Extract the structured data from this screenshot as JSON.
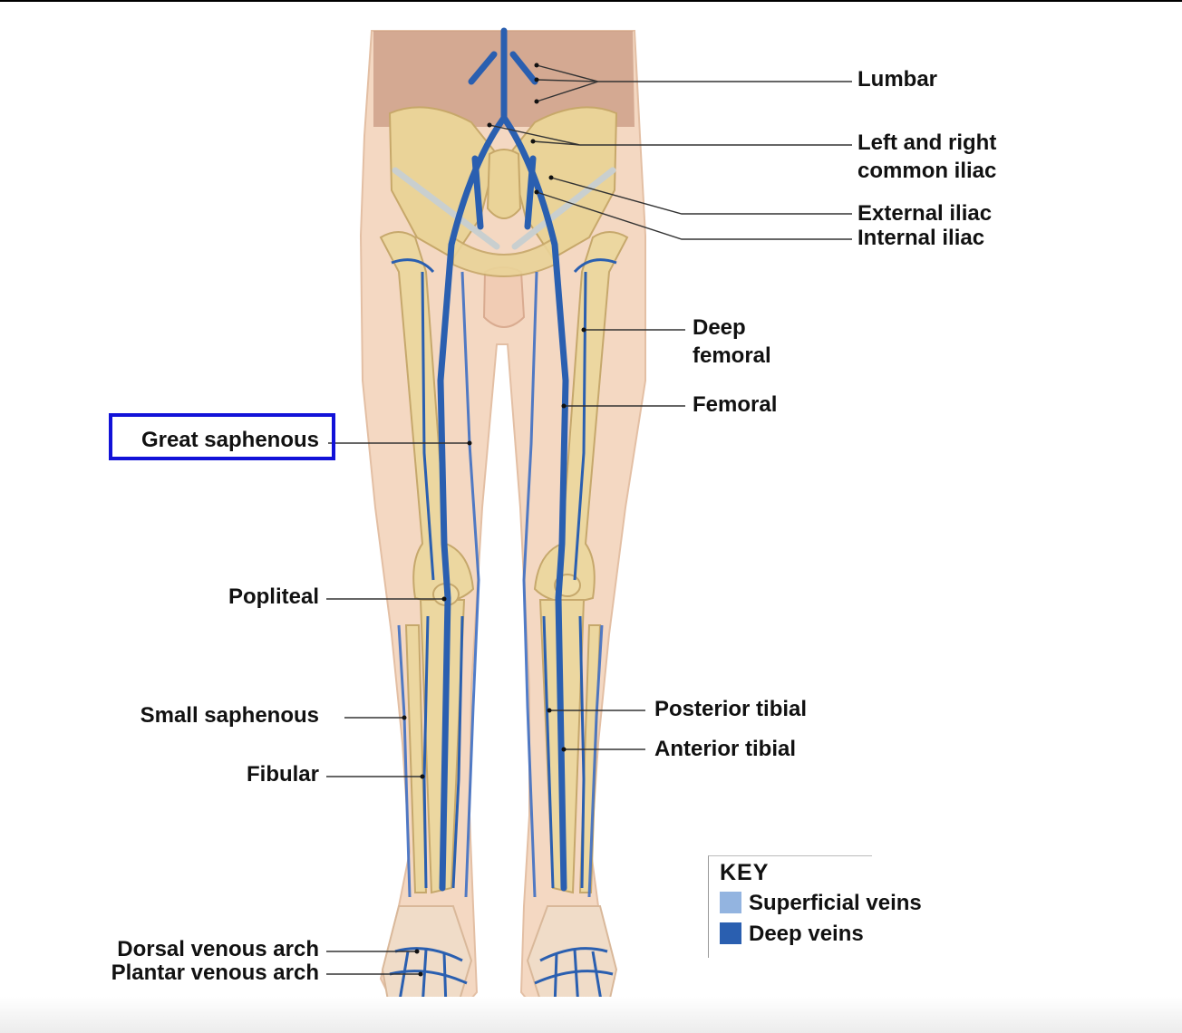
{
  "labels": {
    "lumbar": "Lumbar",
    "common_iliac_1": "Left and right",
    "common_iliac_2": "common iliac",
    "external_iliac": "External iliac",
    "internal_iliac": "Internal iliac",
    "deep_femoral_1": "Deep",
    "deep_femoral_2": "femoral",
    "femoral": "Femoral",
    "great_saphenous": "Great saphenous",
    "popliteal": "Popliteal",
    "small_saphenous": "Small saphenous",
    "posterior_tibial": "Posterior tibial",
    "anterior_tibial": "Anterior tibial",
    "fibular": "Fibular",
    "dorsal_venous_arch": "Dorsal venous arch",
    "plantar_venous_arch": "Plantar venous arch"
  },
  "key": {
    "title": "KEY",
    "superficial": "Superficial veins",
    "deep": "Deep veins"
  },
  "colors": {
    "superficial_vein": "#93b4e0",
    "deep_vein": "#2a5fb0",
    "vein_stroke": "#2346a8",
    "skin": "#f3d6bf",
    "bone": "#ecd7a0",
    "highlight": "#1212d8"
  }
}
